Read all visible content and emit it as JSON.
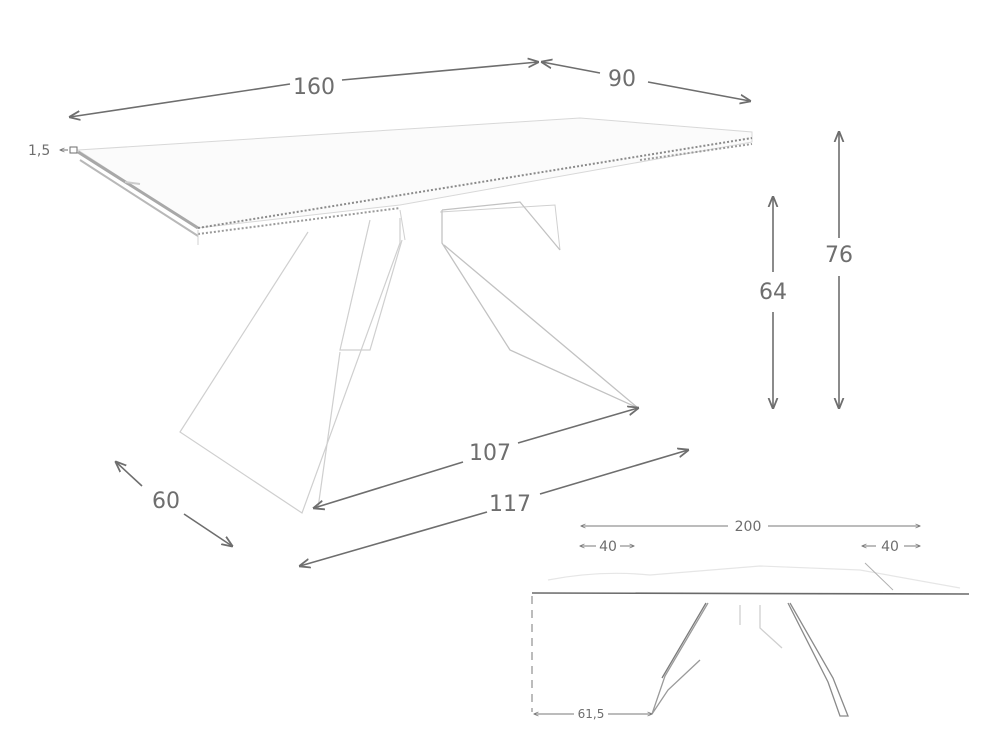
{
  "diagram": {
    "type": "furniture-dimension-drawing",
    "subject": "extendable dining table with angular legs",
    "colors": {
      "dimension": "#6e6e6e",
      "outline": "#c8c8c8",
      "edge": "#9a9a9a"
    },
    "perspective_view": {
      "length_label": "160",
      "depth_label": "90",
      "top_thickness_label": "1,5",
      "apron_height_label": "64",
      "total_height_label": "76",
      "leg_span_inner_label": "107",
      "leg_span_outer_label": "117",
      "leg_depth_label": "60"
    },
    "side_view": {
      "extended_length_label": "200",
      "left_extension_label": "40",
      "right_extension_label": "40",
      "leg_offset_label": "61,5"
    }
  }
}
